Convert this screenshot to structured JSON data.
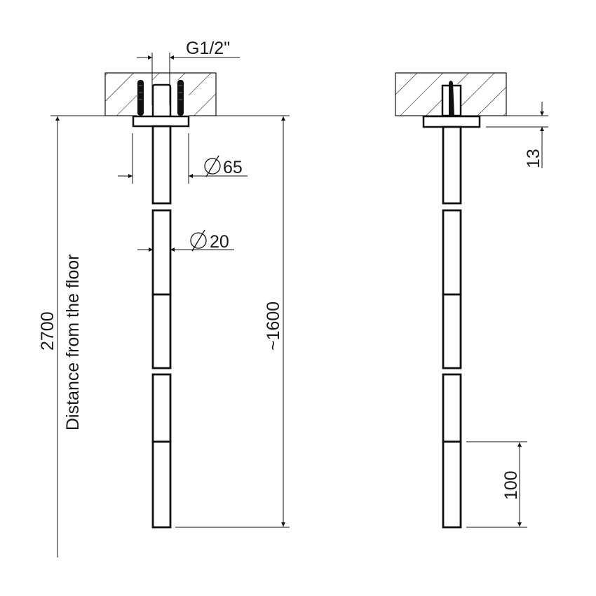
{
  "drawing": {
    "type": "technical-drawing",
    "subject": "ceiling-mounted shower arm",
    "views": [
      "front-view",
      "side-view"
    ],
    "stroke_color": "#111111",
    "background": "#ffffff"
  },
  "front_view": {
    "thread_label": "G1/2\"",
    "flange_diameter_label": "65",
    "pipe_diameter_label": "20",
    "total_height_label": "2700",
    "total_height_caption": "Distance from the floor",
    "arm_length_label": "~1600"
  },
  "side_view": {
    "flange_thickness_label": "13",
    "end_segment_label": "100"
  }
}
